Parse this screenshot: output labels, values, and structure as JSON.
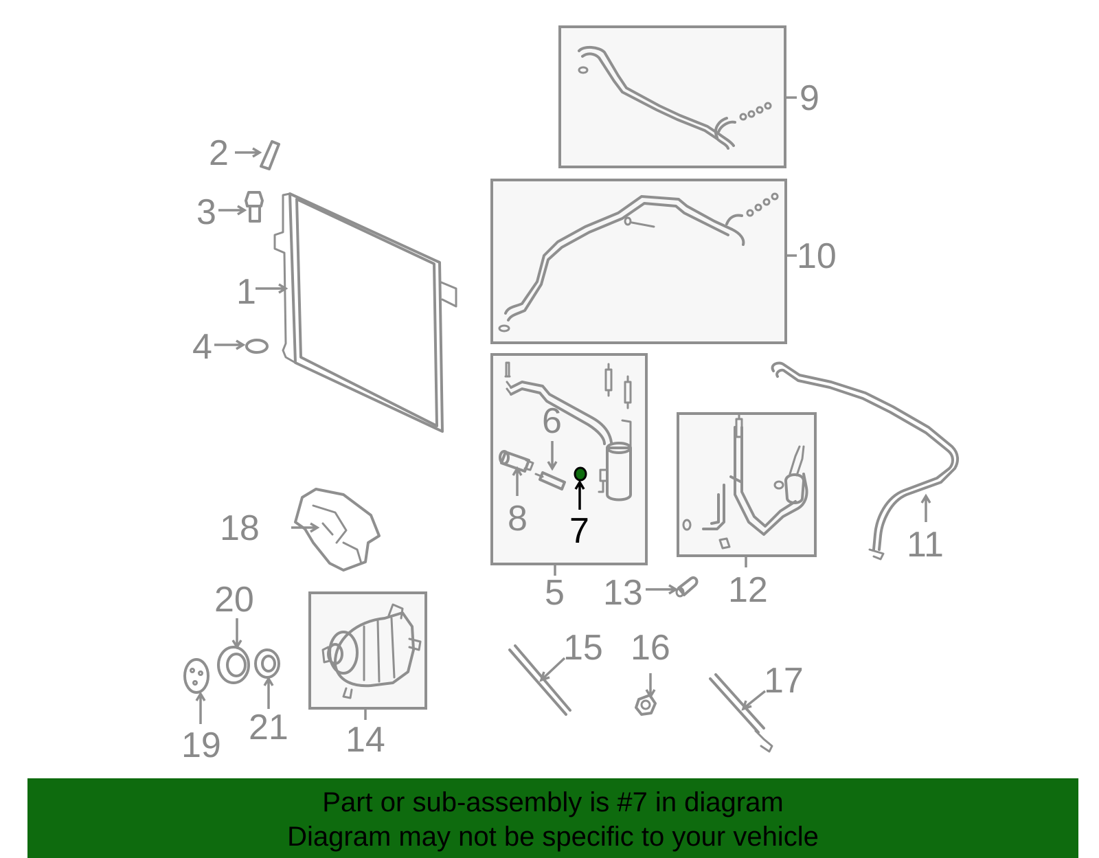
{
  "labels": {
    "p1": "1",
    "p2": "2",
    "p3": "3",
    "p4": "4",
    "p5": "5",
    "p6": "6",
    "p7": "7",
    "p8": "8",
    "p9": "9",
    "p10": "10",
    "p11": "11",
    "p12": "12",
    "p13": "13",
    "p14": "14",
    "p15": "15",
    "p16": "16",
    "p17": "17",
    "p18": "18",
    "p19": "19",
    "p20": "20",
    "p21": "21"
  },
  "highlight": {
    "part": "7",
    "color": "#0e6b0e"
  },
  "colors": {
    "line": "#8f8f8f",
    "box_fill": "#f7f7f7",
    "banner": "#0e6b0e"
  },
  "banner": {
    "line1": "Part or sub-assembly is #7 in diagram",
    "line2": "Diagram may not be specific to your vehicle"
  }
}
